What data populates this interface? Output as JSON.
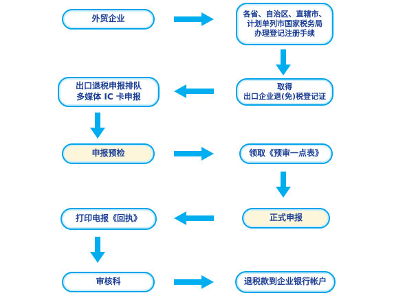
{
  "colors": {
    "accent_cyan": "#00aeef",
    "node_border": "#00a2e8",
    "text_navy": "#1c3f94",
    "node_bg": "#ffffff",
    "node_bg_cream": "#fdf6da"
  },
  "flow": {
    "nodes": [
      {
        "id": "n1",
        "label": "外贸企业"
      },
      {
        "id": "n2",
        "label": "各省、自治区、直辖市、\n计划单列市国家税务局\n办理登记注册手续"
      },
      {
        "id": "n3",
        "label": "取得\n出口企业退(免)税登记证"
      },
      {
        "id": "n4",
        "label": "出口退税申报排队\n多媒体 IC 卡申报"
      },
      {
        "id": "n5",
        "label": "申报预检"
      },
      {
        "id": "n6",
        "label": "领取《预审一点表》"
      },
      {
        "id": "n7",
        "label": "正式申报"
      },
      {
        "id": "n8",
        "label": "打印电报《回执》"
      },
      {
        "id": "n9",
        "label": "审核科"
      },
      {
        "id": "n10",
        "label": "退税款到企业银行帐户"
      }
    ],
    "edges": [
      {
        "from": "n1",
        "to": "n2",
        "direction": "right"
      },
      {
        "from": "n2",
        "to": "n3",
        "direction": "down"
      },
      {
        "from": "n3",
        "to": "n4",
        "direction": "left"
      },
      {
        "from": "n4",
        "to": "n5",
        "direction": "down"
      },
      {
        "from": "n5",
        "to": "n6",
        "direction": "right"
      },
      {
        "from": "n6",
        "to": "n7",
        "direction": "down"
      },
      {
        "from": "n7",
        "to": "n8",
        "direction": "left"
      },
      {
        "from": "n8",
        "to": "n9",
        "direction": "down"
      },
      {
        "from": "n9",
        "to": "n10",
        "direction": "right"
      }
    ]
  }
}
